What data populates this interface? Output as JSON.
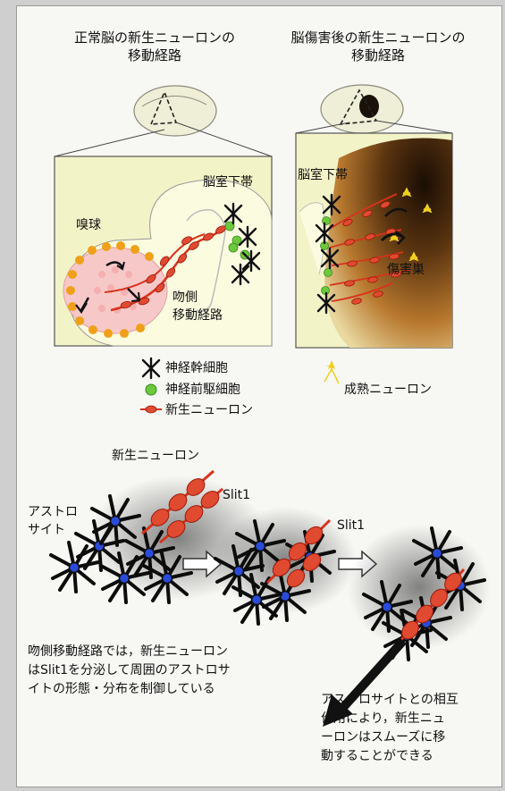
{
  "top": {
    "left_title": "正常脳の新生ニューロンの\n移動経路",
    "right_title": "脳傷害後の新生ニューロンの\n移動経路"
  },
  "left_panel": {
    "svz_label": "脳室下帯",
    "olfactory_label": "嗅球",
    "rms_label": "吻側\n移動経路"
  },
  "right_panel": {
    "svz_label": "脳室下帯",
    "injury_label": "傷害巣"
  },
  "legend": {
    "stem_cell": "神経幹細胞",
    "precursor": "神経前駆細胞",
    "new_neuron": "新生ニューロン",
    "mature_neuron": "成熟ニューロン"
  },
  "bottom": {
    "new_neuron_label": "新生ニューロン",
    "astrocyte_label": "アストロ\nサイト",
    "slit1_label_1": "Slit1",
    "slit1_label_2": "Slit1",
    "caption_left": "吻側移動経路では，新生ニューロン\nはSlit1を分泌して周囲のアストロサ\nイトの形態・分布を制御している",
    "caption_right": "アストロサイトとの相互\n作用により，新生ニュ\nーロンはスムーズに移\n動することができる"
  },
  "colors": {
    "background": "#f7f7f4",
    "panel_fill": "#f3f3c8",
    "neuron_red": "#d8321c",
    "precursor_green": "#6cc83c",
    "astro_blue": "#2a4bd8",
    "mature_yellow": "#f0d020",
    "olfactory_orange": "#f0a018"
  }
}
